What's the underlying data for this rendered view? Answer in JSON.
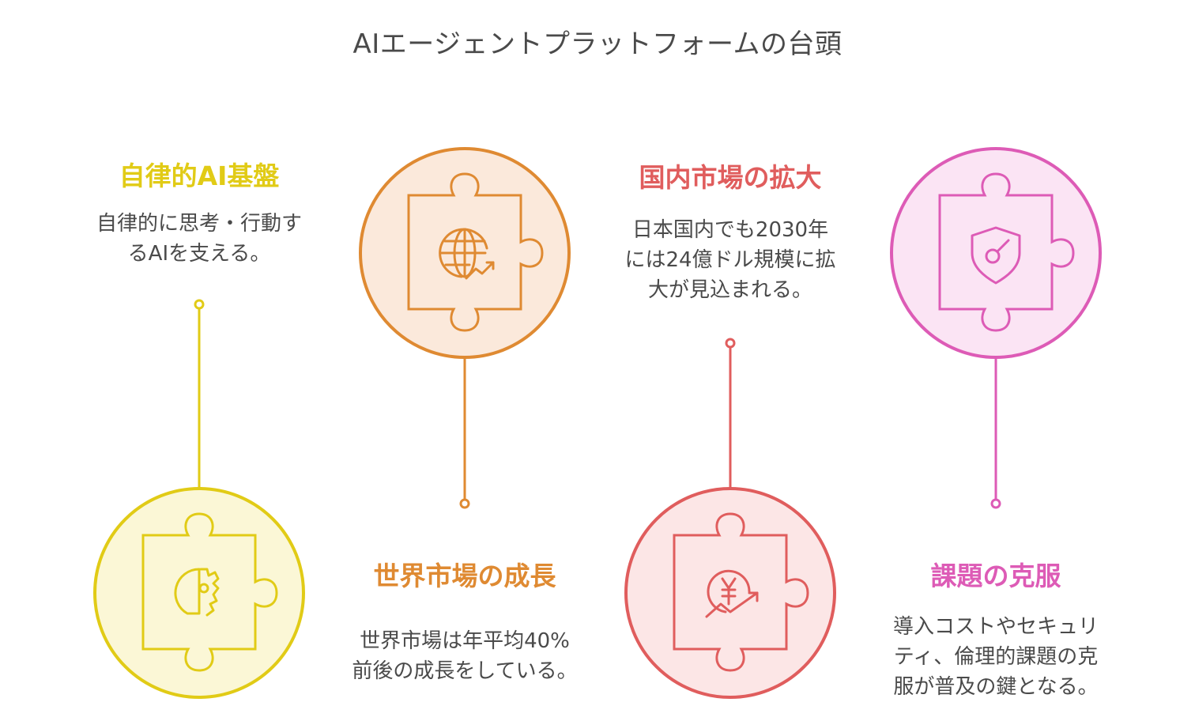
{
  "title": "AIエージェントプラットフォームの台頭",
  "colors": {
    "yellow": "#e1cb16",
    "orange": "#df8a32",
    "red": "#e05d5d",
    "pink": "#dd5bb6",
    "text": "#4a4a4a"
  },
  "items": [
    {
      "heading": "自律的AI基盤",
      "desc_lines": [
        "自律的に思考・行動す",
        "るAIを支える。"
      ],
      "icon": "ai-brain-gear-icon"
    },
    {
      "heading": "世界市場の成長",
      "desc_lines": [
        "世界市場は年平均40%",
        "前後の成長をしている。"
      ],
      "icon": "globe-growth-icon"
    },
    {
      "heading": "国内市場の拡大",
      "desc_lines": [
        "日本国内でも2030年",
        "には24億ドル規模に拡",
        "大が見込まれる。"
      ],
      "icon": "yen-growth-icon"
    },
    {
      "heading": "課題の克服",
      "desc_lines": [
        "導入コストやセキュリ",
        "ティ、倫理的課題の克",
        "服が普及の鍵となる。"
      ],
      "icon": "security-shield-key-icon"
    }
  ]
}
